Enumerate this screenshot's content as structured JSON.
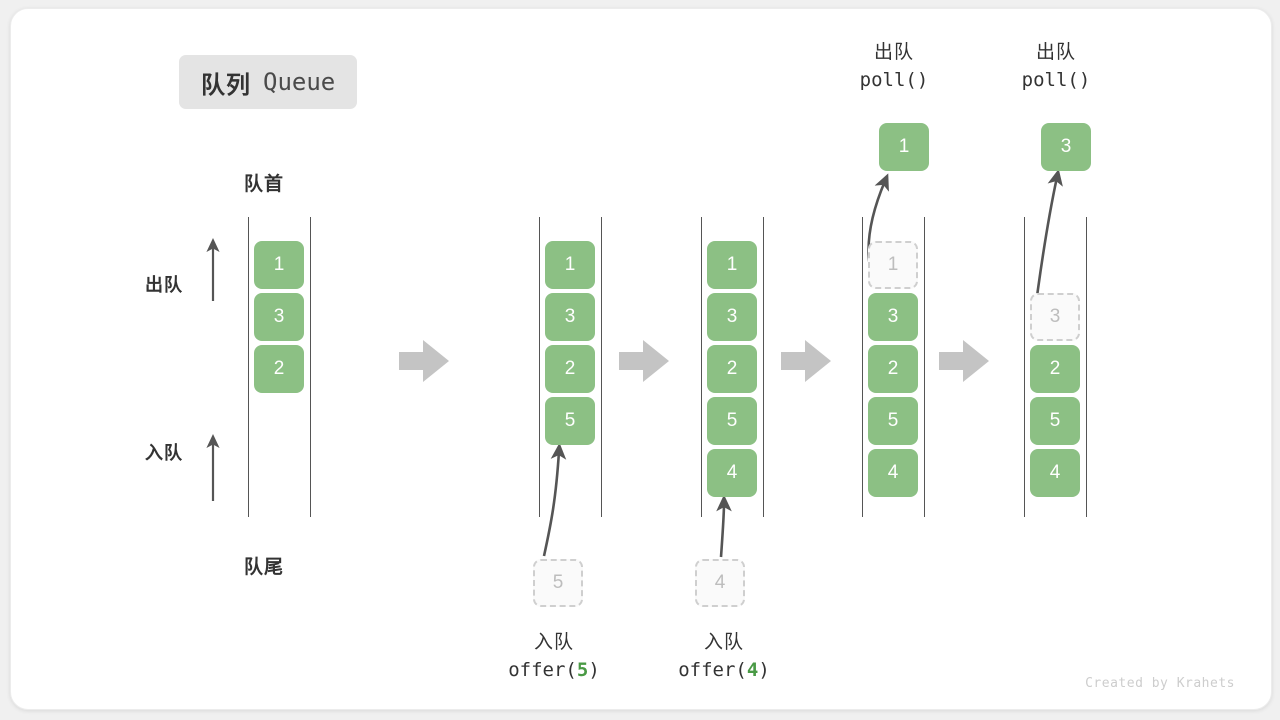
{
  "title": {
    "cn": "队列",
    "en": "Queue"
  },
  "labels": {
    "head": "队首",
    "tail": "队尾",
    "dequeue": "出队",
    "enqueue": "入队"
  },
  "colors": {
    "element": "#8cc084",
    "ghost_border": "#cfcfcf",
    "ghost_text": "#bdbdbd",
    "arrow": "#c4c4c4",
    "rail": "#555555",
    "accent_number": "#4a9a45",
    "badge_bg": "#e4e4e4"
  },
  "steps": [
    {
      "id": "initial",
      "items": [
        {
          "value": "1",
          "state": "filled"
        },
        {
          "value": "3",
          "state": "filled"
        },
        {
          "value": "2",
          "state": "filled"
        }
      ]
    },
    {
      "id": "after-offer-5",
      "items": [
        {
          "value": "1",
          "state": "filled"
        },
        {
          "value": "3",
          "state": "filled"
        },
        {
          "value": "2",
          "state": "filled"
        },
        {
          "value": "5",
          "state": "filled"
        }
      ],
      "incoming": {
        "value": "5",
        "state": "ghost"
      },
      "caption": {
        "cn": "入队",
        "code_prefix": "offer(",
        "code_num": "5",
        "code_suffix": ")"
      }
    },
    {
      "id": "after-offer-4",
      "items": [
        {
          "value": "1",
          "state": "filled"
        },
        {
          "value": "3",
          "state": "filled"
        },
        {
          "value": "2",
          "state": "filled"
        },
        {
          "value": "5",
          "state": "filled"
        },
        {
          "value": "4",
          "state": "filled"
        }
      ],
      "incoming": {
        "value": "4",
        "state": "ghost"
      },
      "caption": {
        "cn": "入队",
        "code_prefix": "offer(",
        "code_num": "4",
        "code_suffix": ")"
      }
    },
    {
      "id": "after-poll-1",
      "items": [
        {
          "value": "1",
          "state": "ghost"
        },
        {
          "value": "3",
          "state": "filled"
        },
        {
          "value": "2",
          "state": "filled"
        },
        {
          "value": "5",
          "state": "filled"
        },
        {
          "value": "4",
          "state": "filled"
        }
      ],
      "popped": {
        "value": "1",
        "state": "filled"
      },
      "caption": {
        "cn": "出队",
        "code_prefix": "poll(",
        "code_num": "",
        "code_suffix": ")"
      }
    },
    {
      "id": "after-poll-3",
      "items": [
        {
          "value": "",
          "state": "empty"
        },
        {
          "value": "3",
          "state": "ghost"
        },
        {
          "value": "2",
          "state": "filled"
        },
        {
          "value": "5",
          "state": "filled"
        },
        {
          "value": "4",
          "state": "filled"
        }
      ],
      "popped": {
        "value": "3",
        "state": "filled"
      },
      "caption": {
        "cn": "出队",
        "code_prefix": "poll(",
        "code_num": "",
        "code_suffix": ")"
      }
    }
  ],
  "footer": "Created by Krahets"
}
